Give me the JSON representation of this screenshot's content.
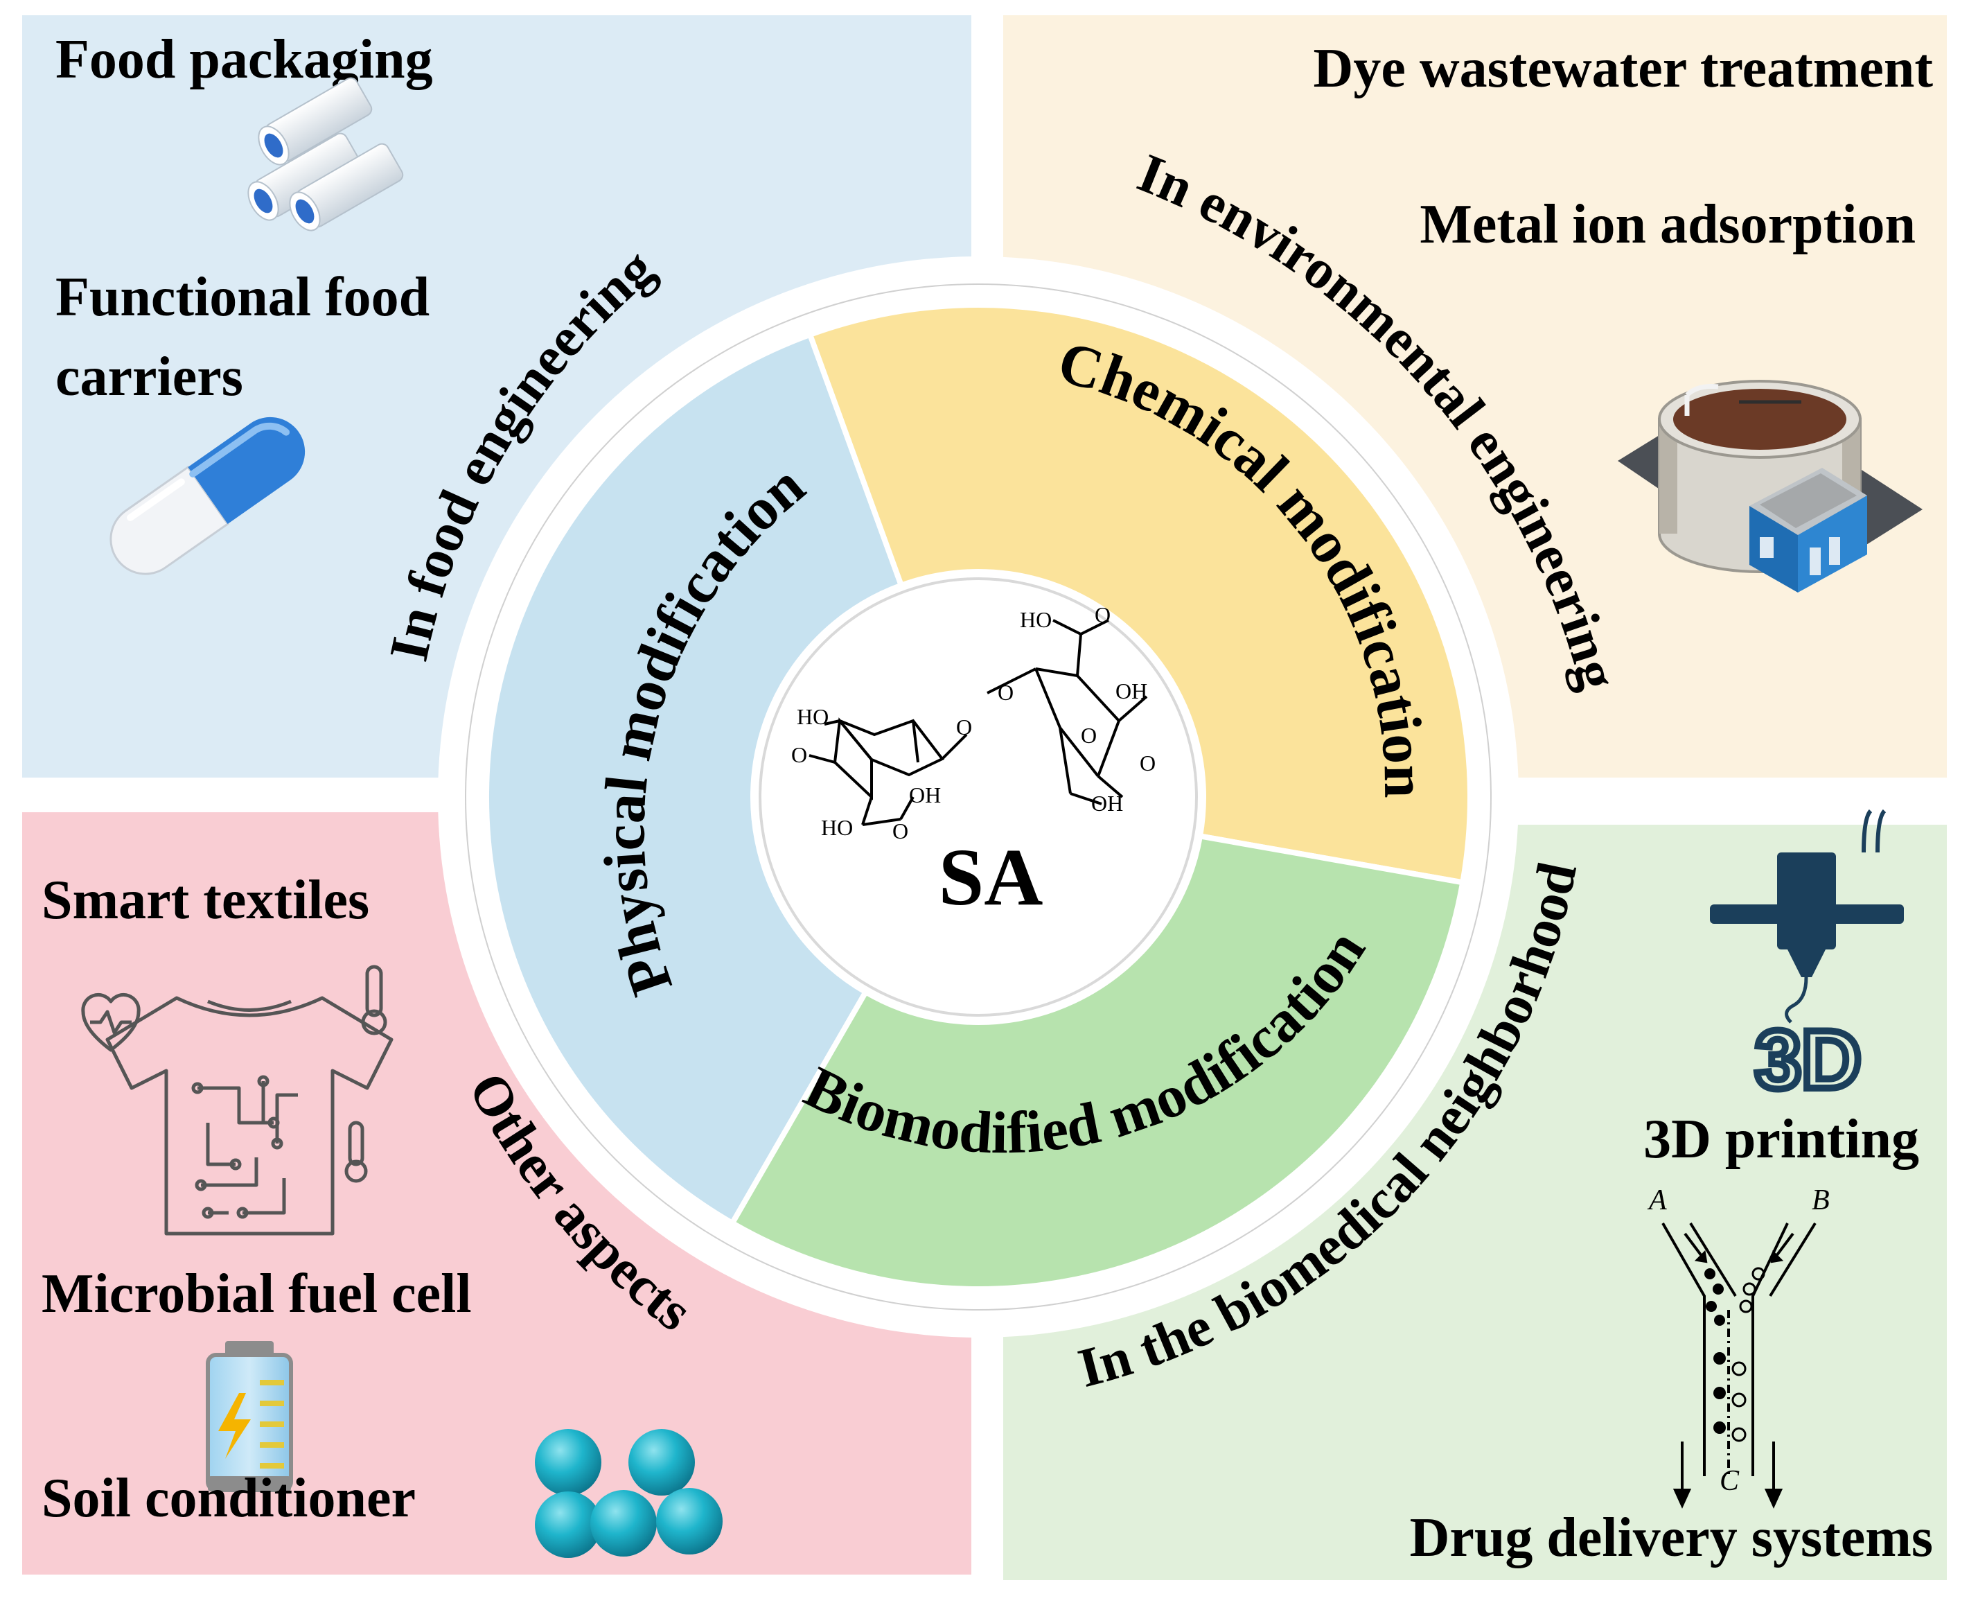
{
  "center": {
    "label": "SA"
  },
  "molecule": {
    "atoms": [
      "HO",
      "O",
      "O",
      "OH",
      "HO",
      "O",
      "HO",
      "O",
      "OH",
      "O",
      "O",
      "OH",
      "O"
    ]
  },
  "modifications": {
    "physical": "Physical modification",
    "chemical": "Chemical modification",
    "biomodified": "Biomodified modification"
  },
  "areas": {
    "food": "In food engineering",
    "environmental": "In environmental engineering",
    "biomedical": "In the biomedical neighborhood",
    "other": "Other aspects"
  },
  "panels": {
    "food": {
      "item1": "Food packaging",
      "item2_line1": "Functional  food",
      "item2_line2": "carriers"
    },
    "environment": {
      "item1": "Dye wastewater treatment",
      "item2": "Metal ion adsorption"
    },
    "other": {
      "item1": "Smart textiles",
      "item2": "Microbial fuel cell",
      "item3": "Soil conditioner"
    },
    "biomedical": {
      "item1": "3D printing",
      "item2": "Drug delivery systems",
      "printer_mark": "3D",
      "flow_a": "A",
      "flow_b": "B",
      "flow_c": "C"
    }
  },
  "colors": {
    "food_bg": "#DCEBF5",
    "environment_bg": "#FCF2DF",
    "other_bg": "#F9CDD3",
    "biomedical_bg": "#E1F0DB",
    "physical_sector": "#C7E2F0",
    "chemical_sector": "#FBE39B",
    "biomodified_sector": "#B7E3AE",
    "capsule_blue": "#2F7FD8",
    "printer_navy": "#1B3F5B",
    "bead_teal": "#1FB5CC"
  }
}
